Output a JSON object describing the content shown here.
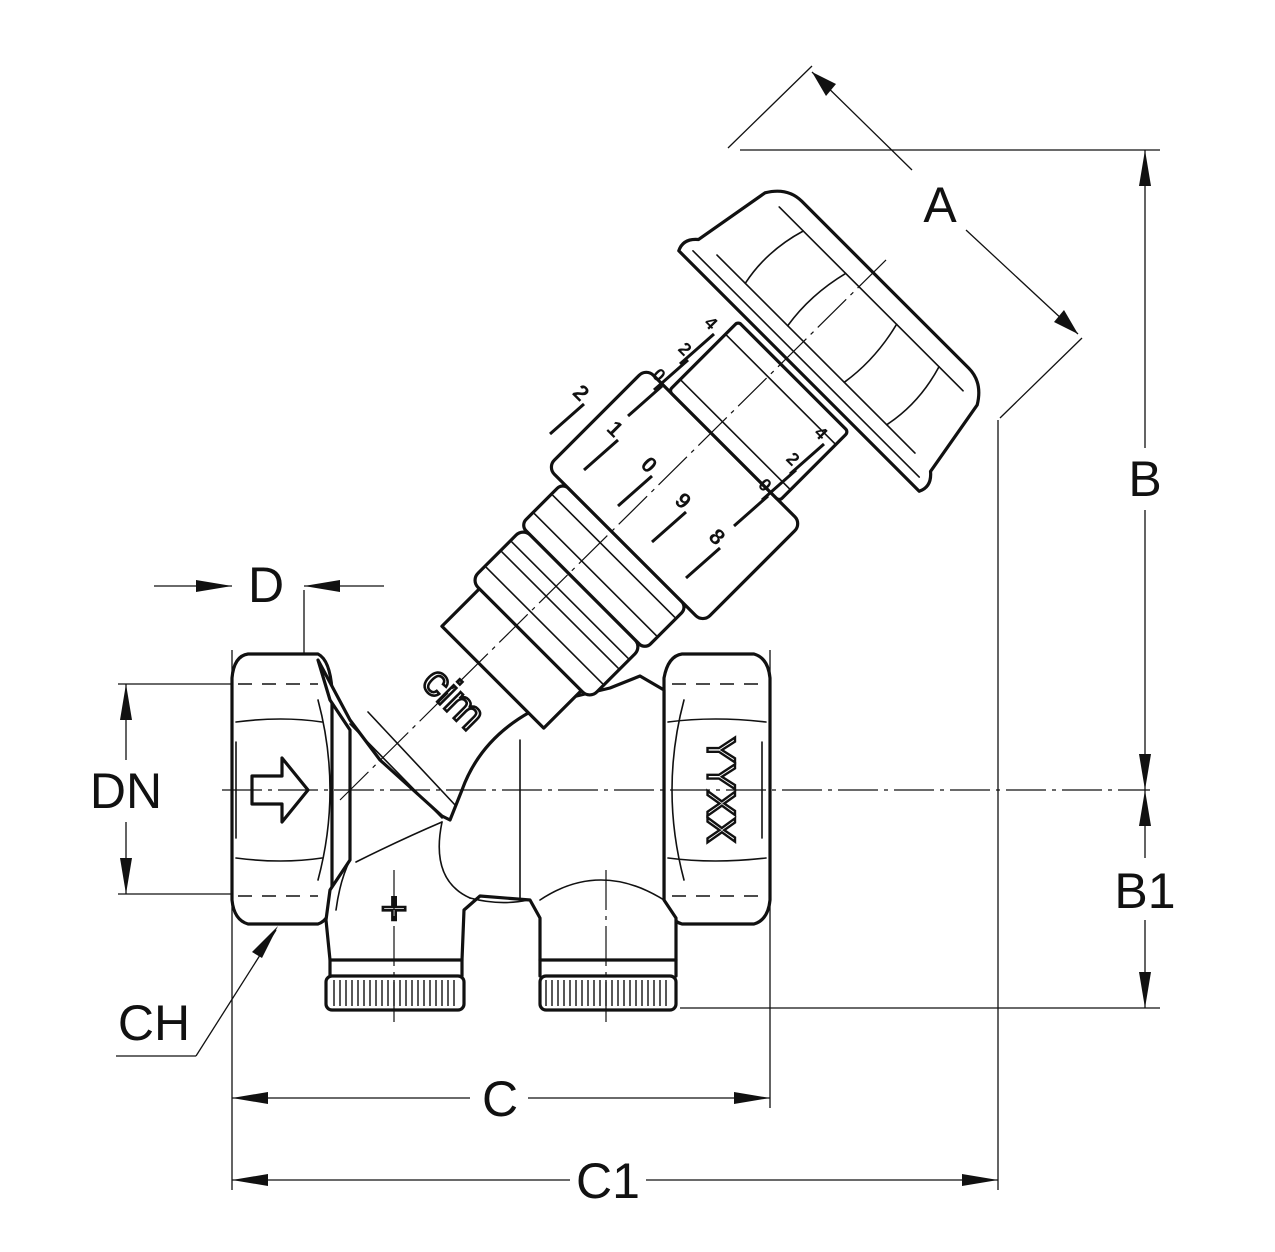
{
  "dimensions": {
    "A": "A",
    "B": "B",
    "B1": "B1",
    "C": "C",
    "C1": "C1",
    "D": "D",
    "DN": "DN",
    "CH": "CH"
  },
  "markings": {
    "brand": "cim",
    "date_code": "YYXX",
    "test_port_plus": "+",
    "flow_arrow": "flow-arrow-icon"
  },
  "scales": {
    "coarse": [
      "2",
      "1",
      "0",
      "9",
      "8"
    ],
    "fine_upper": [
      "4",
      "2",
      "0"
    ],
    "fine_lower": [
      "4",
      "2",
      "0"
    ]
  }
}
